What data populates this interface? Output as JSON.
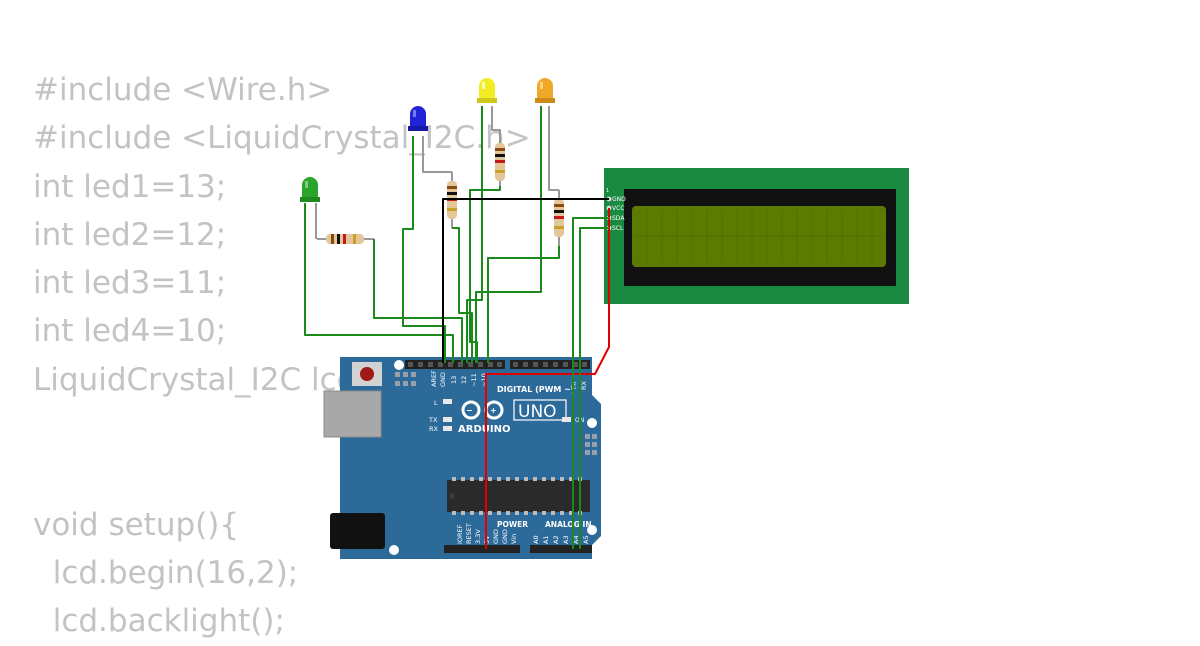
{
  "code_lines": [
    "#include <Wire.h>",
    "#include <LiquidCrystal_I2C.h>",
    "int led1=13;",
    "int led2=12;",
    "int led3=11;",
    "int led4=10;",
    "LiquidCrystal_I2C lcd(0x27, 16, 2);",
    "",
    "",
    "void setup(){",
    "  lcd.begin(16,2);",
    "  lcd.backlight();"
  ],
  "board": {
    "model": "UNO",
    "brand": "ARDUINO",
    "digital_label": "DIGITAL (PWM ~)",
    "power_label": "POWER",
    "analog_label": "ANALOG IN",
    "aref": "AREF",
    "gnd": "GND",
    "pin_13": "13",
    "pin_12": "12",
    "pin_11": "~11",
    "pin_10": "~10",
    "tx": "TX",
    "rx": "RX",
    "l": "L",
    "on": "ON",
    "pwr_pins": [
      "IOREF",
      "RESET",
      "3.3V",
      "5V",
      "GND",
      "GND",
      "Vin"
    ],
    "analog_pins": [
      "A0",
      "A1",
      "A2",
      "A3",
      "A4",
      "A5"
    ]
  },
  "lcd": {
    "pin1": "1",
    "pins": [
      "GND",
      "VCC",
      "SDA",
      "SCL"
    ]
  },
  "colors": {
    "board": "#2c6a9a",
    "lcd_pcb": "#1a8a41",
    "lcd_screen": "#5b7a00",
    "wire_green": "#1a8a1a",
    "wire_black": "#000000",
    "wire_red": "#e00000",
    "led_green": "#2aa52a",
    "led_blue": "#2222d8",
    "led_yellow": "#f2ec22",
    "led_orange": "#f0a828"
  }
}
